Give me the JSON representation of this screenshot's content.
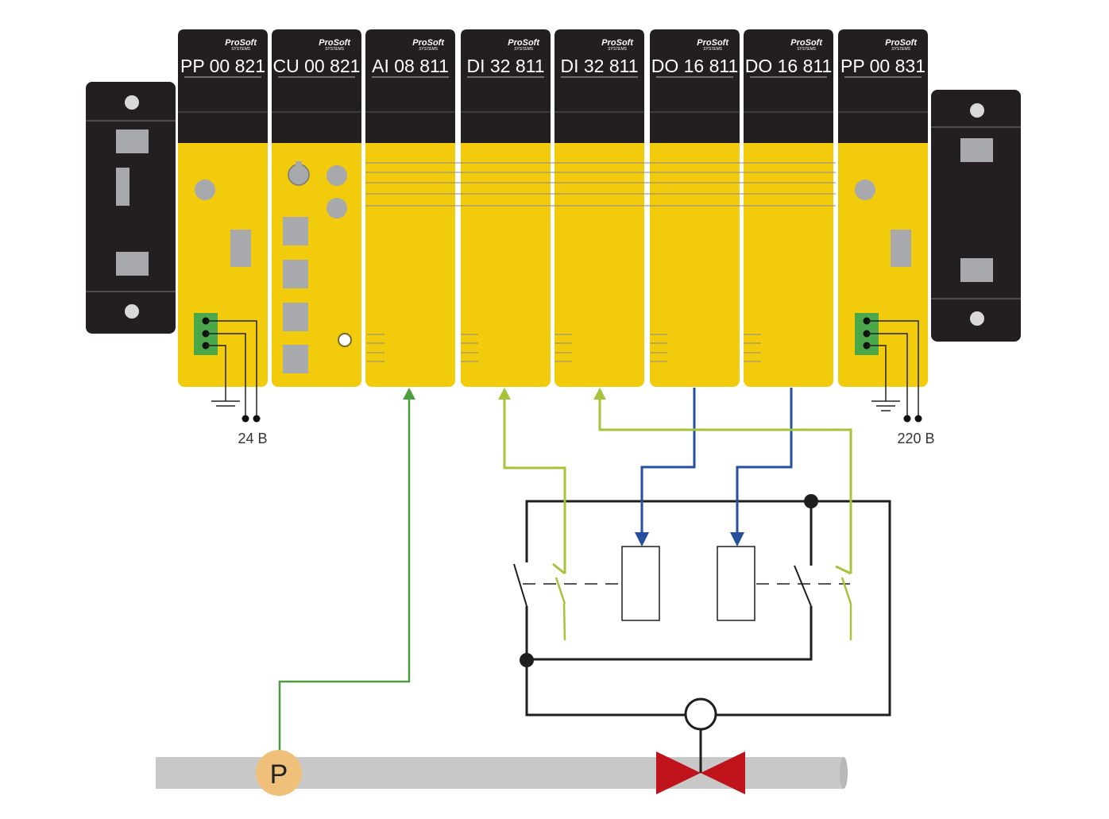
{
  "brand": {
    "name": "ProSoft",
    "sub": "SYSTEMS"
  },
  "modules": [
    {
      "label": "PP 00 821",
      "kind": "power"
    },
    {
      "label": "CU 00 821",
      "kind": "cpu"
    },
    {
      "label": "AI 08 811",
      "kind": "io"
    },
    {
      "label": "DI 32 811",
      "kind": "io"
    },
    {
      "label": "DI 32 811",
      "kind": "io"
    },
    {
      "label": "DO 16 811",
      "kind": "io"
    },
    {
      "label": "DO 16 811",
      "kind": "io"
    },
    {
      "label": "PP 00 831",
      "kind": "power"
    }
  ],
  "supply": {
    "left": "24 В",
    "right": "220 В"
  },
  "sensor": {
    "symbol": "P"
  },
  "colors": {
    "module_body": "#f2cb0c",
    "module_head": "#231f20",
    "end_cap": "#231f20",
    "terminal": "#4aa84a",
    "analog_wire": "#4a9e3c",
    "discrete_wire": "#a4c43a",
    "output_wire": "#264f9e",
    "circuit": "#1e1e1e",
    "pipe": "#c8c8c8",
    "valve": "#c0141c",
    "sensor": "#efc07a"
  }
}
